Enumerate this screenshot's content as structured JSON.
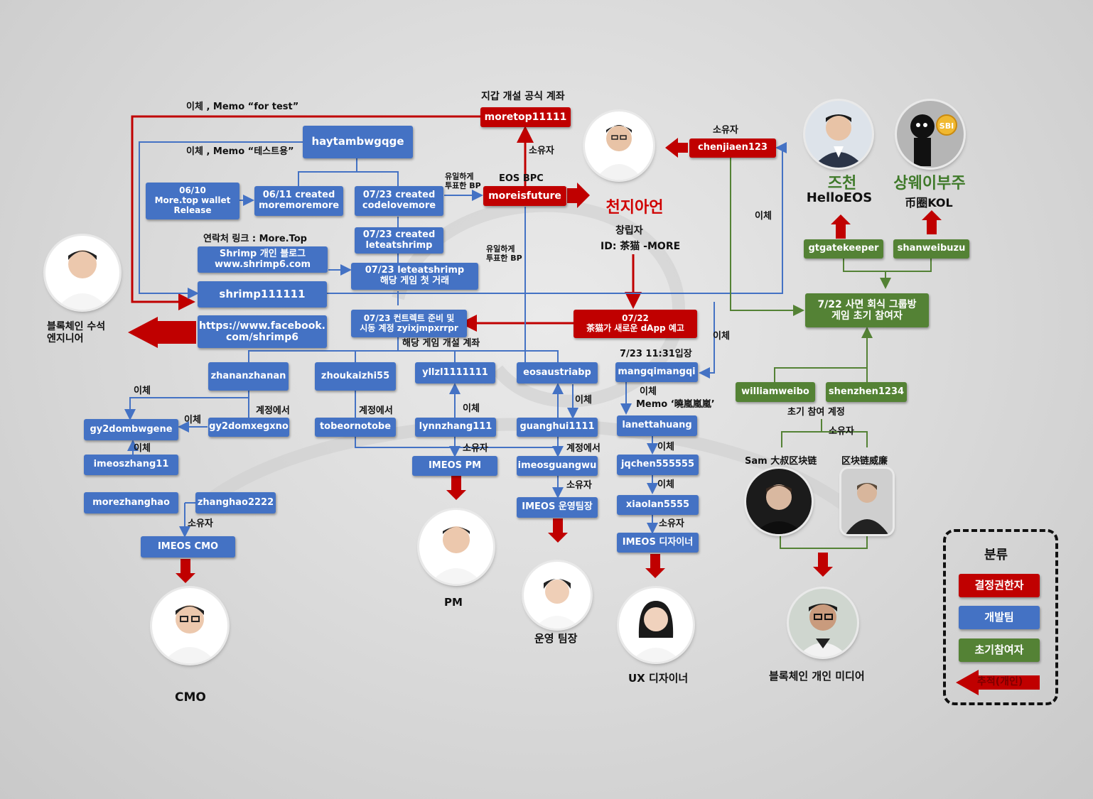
{
  "header": {
    "wallet_title": "지갑 개설 공식 계좌"
  },
  "founder": {
    "name": "천지아언",
    "role": "창립자",
    "id": "ID: 茶猫 -MORE"
  },
  "nodes": {
    "moretop": "moretop11111",
    "haytam": "haytambwgqge",
    "moreisfuture": "moreisfuture",
    "chenjiaen": "chenjiaen123",
    "n0610": "06/10\nMore.top wallet\nRelease",
    "n0611": "06/11 created\nmoremoremore",
    "n0723a": "07/23 created\ncodelovemore",
    "n0723b": "07/23 created\nleteatshrimp",
    "shrimpblog": "Shrimp 개인 블로그\nwww.shrimp6.com",
    "leteat": "07/23 leteatshrimp\n해당 게임 첫 거래",
    "shrimp111": "shrimp111111",
    "facebook": "https://www.facebook.\ncom/shrimp6",
    "contract": "07/23 컨트렉트 준비 및\n시동 계정 zyixjmpxrrpr",
    "n0722": "07/22\n茶猫가 새로운 dApp 예고",
    "zhanan": "zhananzhanan",
    "zhoukai": "zhoukaizhi55",
    "yllzl": "yllzl1111111",
    "eosaus": "eosaustriabp",
    "mangqi": "mangqimangqi",
    "gy2dombw": "gy2dombwgene",
    "gy2domxe": "gy2domxegxno",
    "tobeor": "tobeornotobe",
    "lynn": "lynnzhang111",
    "guanghui": "guanghui1111",
    "lanett": "lanettahuang",
    "imeoszhang": "imeoszhang11",
    "imeospm": "IMEOS PM",
    "imeosguang": "imeosguangwu",
    "jqchen": "jqchen555555",
    "morezhang": "morezhanghao",
    "zhanghao": "zhanghao2222",
    "imeosops": "IMEOS 운영팀장",
    "xiaolan": "xiaolan5555",
    "imeoscmo": "IMEOS CMO",
    "imeosdes": "IMEOS 디자이너",
    "gtgate": "gtgatekeeper",
    "shanwei": "shanweibuzu",
    "group722": "7/22 사면 회식 그룹방\n게임 초기 참여자",
    "william": "williamweibo",
    "shenzhen": "shenzhen1234"
  },
  "labels": {
    "transfer_test": "이체 , Memo “for test”",
    "transfer_kr": "이체 , Memo “테스트용”",
    "contact_link": "연락처 링크 : More.Top",
    "owner": "소유자",
    "eos_bpc": "EOS BPC",
    "voted_bp": "유일하게\n투표한 BP",
    "transfer": "이체",
    "game_account": "해당 게임 개설 계좌",
    "from_account": "계정에서",
    "entered": "7/23 11:31입장",
    "memo_xiaolan": "Memo ‘曉嵐嵐嵐’",
    "early_account": "초기 참여 계정",
    "sam": "Sam 大叔区块链",
    "weilian": "区块链威廉",
    "chief_engineer": "블록체인 수석\n엔지니어"
  },
  "people": {
    "hello_eos_kr": "즈천",
    "hello_eos": "HelloEOS",
    "kol_kr": "상웨이부주",
    "kol": "币圈KOL",
    "pm": "PM",
    "ops_lead": "운영 팀장",
    "cmo": "CMO",
    "ux": "UX 디자이너",
    "media": "블록체인 개인 미디어"
  },
  "legend": {
    "title": "분류",
    "decision": "결정권한자",
    "dev": "개발팀",
    "early": "초기참여자",
    "trace": "추적(개인)"
  },
  "colors": {
    "blue": "#4472c4",
    "red": "#c00000",
    "green": "#548235"
  }
}
